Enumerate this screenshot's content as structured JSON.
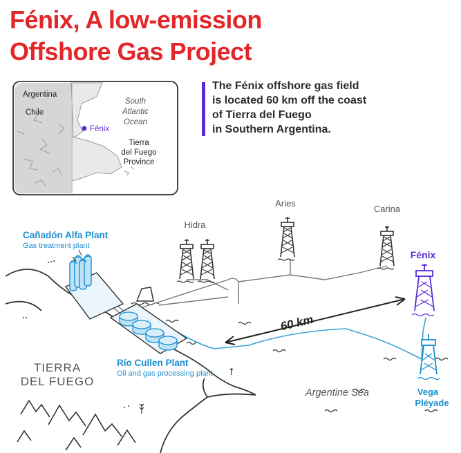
{
  "title": {
    "line1": "Fénix, A low-emission",
    "line2": "Offshore Gas Project"
  },
  "intro": {
    "line1": "The Fénix offshore gas field",
    "line2": "is located 60 km off the coast",
    "line3": "of Tierra del Fuego",
    "line4": "in Southern Argentina."
  },
  "inset_map": {
    "argentina": "Argentina",
    "chile": "Chile",
    "ocean_line1": "South",
    "ocean_line2": "Atlantic",
    "ocean_line3": "Ocean",
    "fenix": "Fénix",
    "province_line1": "Tierra",
    "province_line2": "del Fuego",
    "province_line3": "Province"
  },
  "platforms": {
    "hidra": "Hidra",
    "aries": "Aries",
    "carina": "Carina",
    "fenix": "Fénix",
    "vega_line1": "Vega",
    "vega_line2": "Pléyade"
  },
  "plants": {
    "canadon_name": "Cañadón Alfa Plant",
    "canadon_desc": "Gas treatment plant",
    "rio_name": "Río Cullen Plant",
    "rio_desc": "Oil and gas processing plant"
  },
  "map_labels": {
    "tierra_line1": "TIERRA",
    "tierra_line2": "DEL FUEGO",
    "sea": "Argentine Sea",
    "distance": "60 km"
  },
  "colors": {
    "title_red": "#e3262a",
    "accent_purple": "#5b2bd8",
    "plant_blue": "#1a8fd1",
    "pipeline_blue": "#3aa3dc",
    "ink": "#333333"
  }
}
